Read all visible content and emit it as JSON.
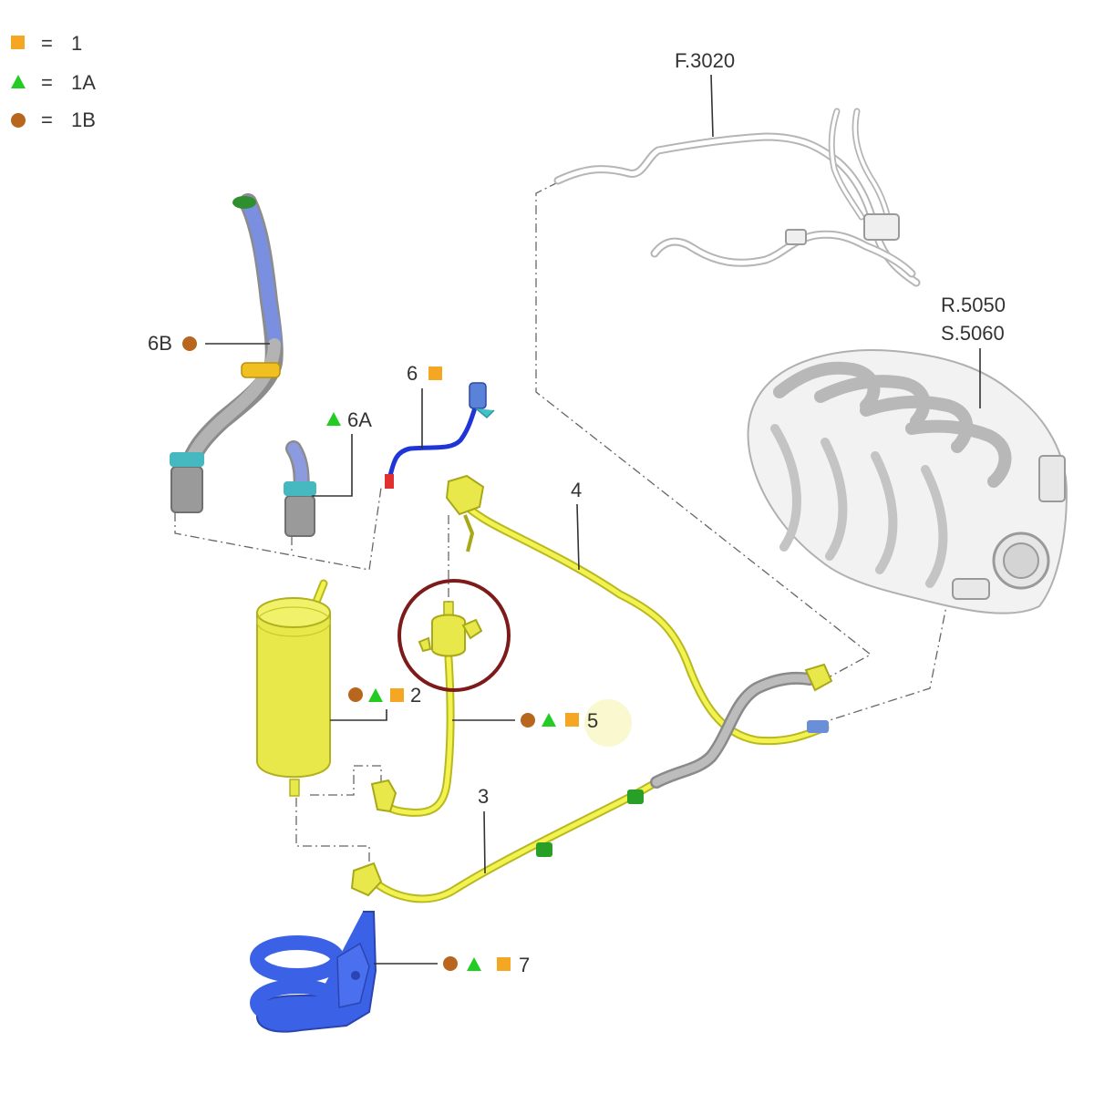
{
  "colors": {
    "square": "#f5a623",
    "triangle": "#22cc22",
    "circle": "#b8661d",
    "highlight_circle": "#7d1a1a",
    "yellow_part": "#e8e84a",
    "blue_part": "#3b62e6",
    "grey_part": "#a9a9a9"
  },
  "legend": [
    {
      "symbol": "square",
      "eq": "=",
      "text": "1"
    },
    {
      "symbol": "triangle",
      "eq": "=",
      "text": "1A"
    },
    {
      "symbol": "circle",
      "eq": "=",
      "text": "1B"
    }
  ],
  "callouts": {
    "f3020": "F.3020",
    "r5050": "R.5050",
    "s5060": "S.5060",
    "p6b": "6B",
    "p6": "6",
    "p6a": "6A",
    "p4": "4",
    "p2": "2",
    "p5": "5",
    "p3": "3",
    "p7": "7"
  }
}
